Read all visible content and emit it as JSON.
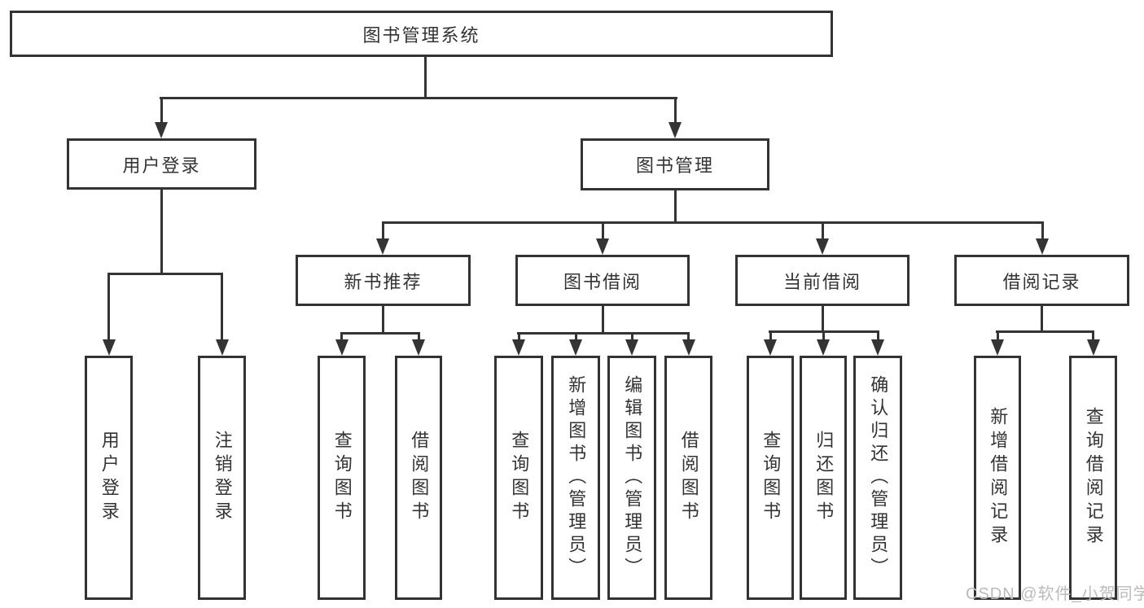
{
  "diagram": {
    "root": {
      "label": "图书管理系统"
    },
    "branches": [
      {
        "label": "用户登录",
        "children": [
          {
            "label": "用户登录"
          },
          {
            "label": "注销登录"
          }
        ]
      },
      {
        "label": "图书管理",
        "children": [
          {
            "label": "新书推荐",
            "children": [
              {
                "label": "查询图书"
              },
              {
                "label": "借阅图书"
              }
            ]
          },
          {
            "label": "图书借阅",
            "children": [
              {
                "label": "查询图书"
              },
              {
                "label": "新增图书（管理员）"
              },
              {
                "label": "编辑图书（管理员）"
              },
              {
                "label": "借阅图书"
              }
            ]
          },
          {
            "label": "当前借阅",
            "children": [
              {
                "label": "查询图书"
              },
              {
                "label": "归还图书"
              },
              {
                "label": "确认归还（管理员）"
              }
            ]
          },
          {
            "label": "借阅记录",
            "children": [
              {
                "label": "新增借阅记录"
              },
              {
                "label": "查询借阅记录"
              }
            ]
          }
        ]
      }
    ]
  },
  "watermark": {
    "text": "CSDN @软件_小贺同学"
  },
  "colors": {
    "line": "#343434",
    "text": "#333333",
    "watermark": "#b7bcc1",
    "background": "#ffffff"
  }
}
